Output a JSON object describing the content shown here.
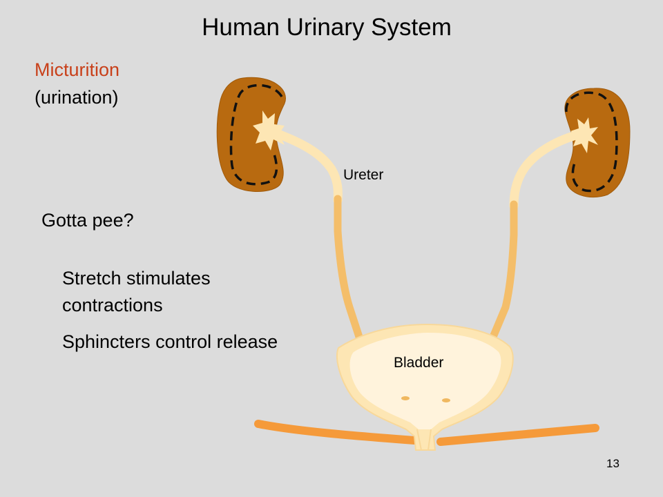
{
  "slide": {
    "title": "Human Urinary System",
    "page_number": "13"
  },
  "topic": {
    "heading": "Micturition",
    "subheading": "(urination)"
  },
  "body": {
    "question": "Gotta pee?",
    "point_1": "Stretch stimulates contractions",
    "point_2": "Sphincters control release"
  },
  "diagram_labels": {
    "ureter": "Ureter",
    "bladder": "Bladder"
  },
  "colors": {
    "background": "#dcdcdc",
    "kidney": "#b86a10",
    "pelvis": "#fde6b4",
    "ureter": "#f4be6a",
    "bladder": "#fde6b4",
    "urethra_muscle": "#f59a3a",
    "accent_text": "#c8401a"
  }
}
